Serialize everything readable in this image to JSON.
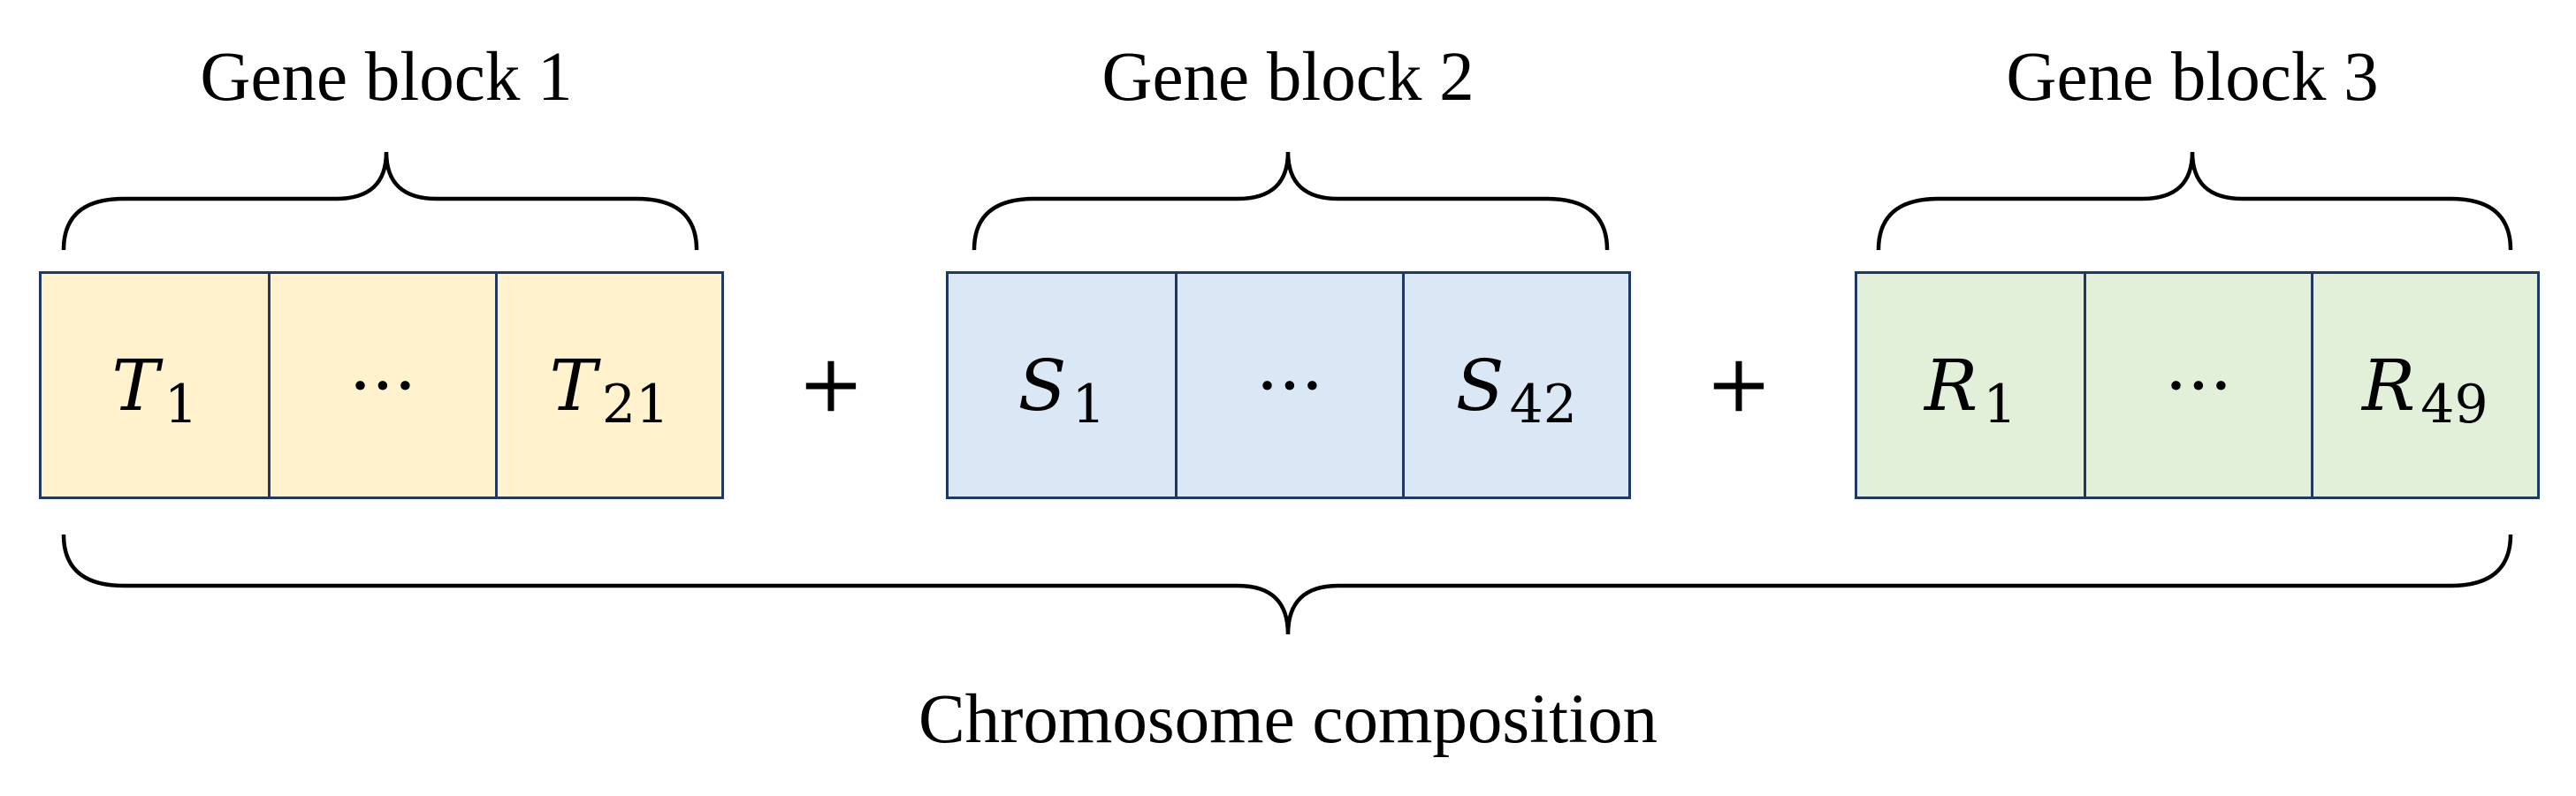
{
  "blocks": [
    {
      "title": "Gene block 1",
      "color": "#fff2cc",
      "cells": [
        {
          "symbol": "T",
          "subscript": "1"
        },
        {
          "symbol": "···",
          "subscript": ""
        },
        {
          "symbol": "T",
          "subscript": "21"
        }
      ]
    },
    {
      "title": "Gene block 2",
      "color": "#dae8f5",
      "cells": [
        {
          "symbol": "S",
          "subscript": "1"
        },
        {
          "symbol": "···",
          "subscript": ""
        },
        {
          "symbol": "S",
          "subscript": "42"
        }
      ]
    },
    {
      "title": "Gene block 3",
      "color": "#e2efd9",
      "cells": [
        {
          "symbol": "R",
          "subscript": "1"
        },
        {
          "symbol": "···",
          "subscript": ""
        },
        {
          "symbol": "R",
          "subscript": "49"
        }
      ]
    }
  ],
  "operator": "+",
  "bottom_label": "Chromosome composition",
  "border_color": "#1f3864"
}
